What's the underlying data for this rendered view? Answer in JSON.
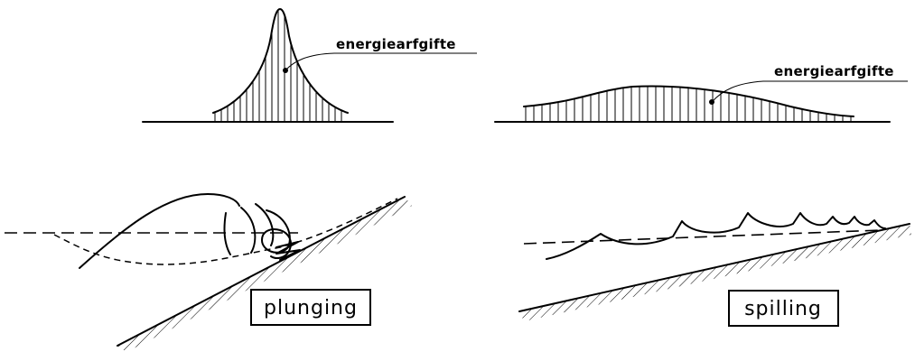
{
  "panels": {
    "plunging": {
      "energy_label": "energiearfgifte",
      "type_label": "plunging"
    },
    "spilling": {
      "energy_label": "energiearfgifte",
      "type_label": "spilling"
    }
  }
}
